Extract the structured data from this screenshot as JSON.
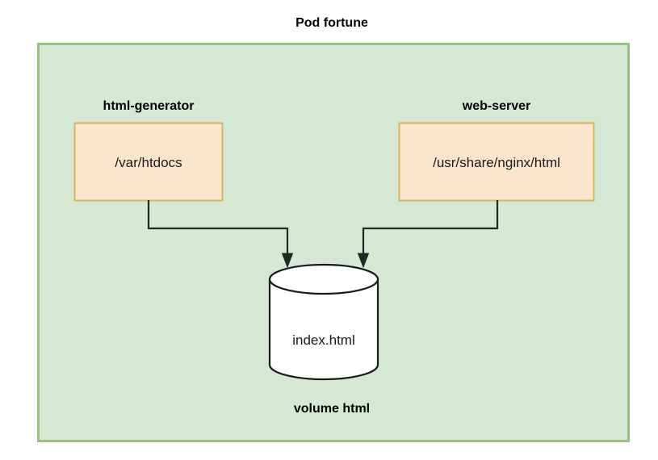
{
  "diagram": {
    "title": "Pod fortune",
    "pod": {
      "name": "Pod fortune",
      "fill_color": "#d5e8d4",
      "border_color": "#9ac27e"
    },
    "containers": [
      {
        "name": "html-generator",
        "mount_path": "/var/htdocs",
        "fill_color": "#fce5cd",
        "border_color": "#d6b656"
      },
      {
        "name": "web-server",
        "mount_path": "/usr/share/nginx/html",
        "fill_color": "#fce5cd",
        "border_color": "#d6b656"
      }
    ],
    "volume": {
      "label": "volume html",
      "file": "index.html",
      "fill_color": "#ffffff",
      "border_color": "#1a1a1a"
    },
    "connector_color": "#1f2b22",
    "arrows": [
      {
        "from": "html-generator",
        "to": "volume html"
      },
      {
        "from": "web-server",
        "to": "volume html"
      }
    ]
  }
}
